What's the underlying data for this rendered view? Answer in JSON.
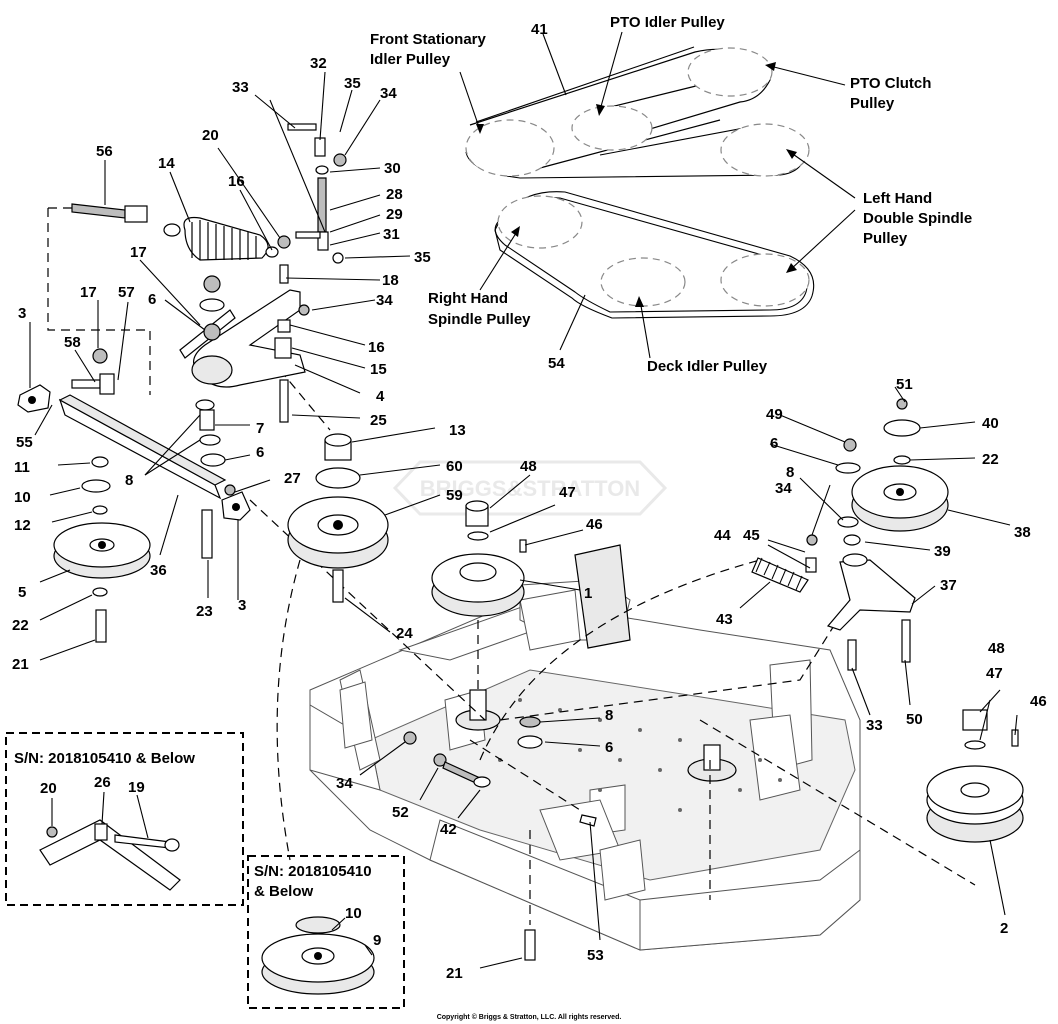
{
  "pulley_labels": {
    "front_stationary_idler": "Front Stationary\nIdler Pulley",
    "pto_idler": "PTO Idler Pulley",
    "pto_clutch": "PTO Clutch\nPulley",
    "left_hand_double_spindle": "Left Hand\nDouble Spindle\nPulley",
    "right_hand_spindle": "Right Hand\nSpindle Pulley",
    "deck_idler": "Deck Idler Pulley"
  },
  "callouts": {
    "c41": "41",
    "c32": "32",
    "c35a": "35",
    "c34a": "34",
    "c33a": "33",
    "c20a": "20",
    "c30": "30",
    "c56": "56",
    "c14": "14",
    "c16a": "16",
    "c28": "28",
    "c29": "29",
    "c31": "31",
    "c35b": "35",
    "c17a": "17",
    "c18": "18",
    "c34b": "34",
    "c3a": "3",
    "c17b": "17",
    "c57": "57",
    "c6a": "6",
    "c16b": "16",
    "c15": "15",
    "c58": "58",
    "c4": "4",
    "c25": "25",
    "c55": "55",
    "c7": "7",
    "c13": "13",
    "c11": "11",
    "c6b": "6",
    "c8a": "8",
    "c27": "27",
    "c60": "60",
    "c10a": "10",
    "c12": "12",
    "c59": "59",
    "c48a": "48",
    "c47a": "47",
    "c46a": "46",
    "c5": "5",
    "c36": "36",
    "c23": "23",
    "c3b": "3",
    "c1": "1",
    "c22a": "22",
    "c24": "24",
    "c21a": "21",
    "c51": "51",
    "c49": "49",
    "c40": "40",
    "c6c": "6",
    "c22b": "22",
    "c8b": "8",
    "c38": "38",
    "c34c": "34",
    "c45": "45",
    "c39": "39",
    "c44": "44",
    "c43": "43",
    "c37": "37",
    "c33b": "33",
    "c50": "50",
    "c8c": "8",
    "c6d": "6",
    "c48b": "48",
    "c47b": "47",
    "c46b": "46",
    "c34d": "34",
    "c52": "52",
    "c42": "42",
    "c20b": "20",
    "c26": "26",
    "c19": "19",
    "c10b": "10",
    "c9": "9",
    "c2": "2",
    "c53": "53",
    "c21b": "21",
    "c54": "54"
  },
  "serial_box_1": "S/N: 2018105410 & Below",
  "serial_box_2_line1": "S/N: 2018105410",
  "serial_box_2_line2": "& Below",
  "watermark": "BRIGGS&STRATTON",
  "copyright": "Copyright © Briggs & Stratton, LLC. All rights reserved."
}
